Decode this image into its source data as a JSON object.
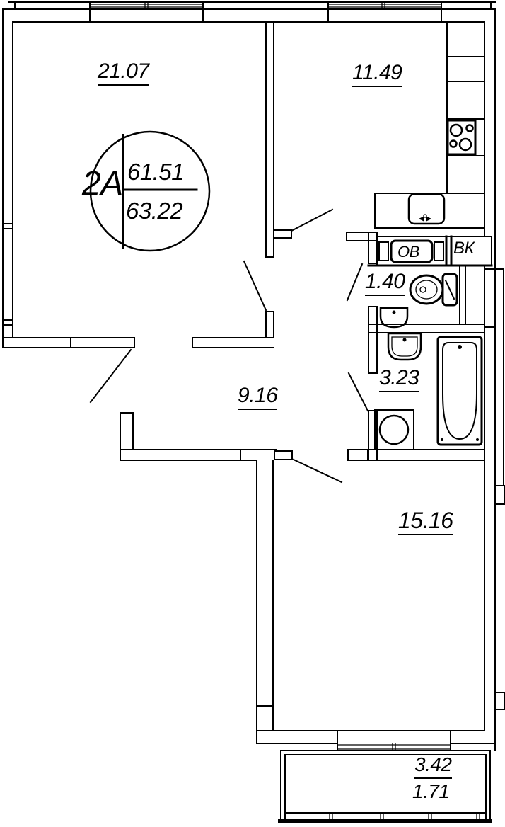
{
  "stamp": {
    "unit": "2А",
    "area_top": "61.51",
    "area_bottom": "63.22"
  },
  "rooms": {
    "living": "21.07",
    "kitchen": "11.49",
    "hall": "9.16",
    "wc": "1.40",
    "bathroom": "3.23",
    "bedroom": "15.16"
  },
  "balcony": {
    "area_total": "3.42",
    "area_counted": "1.71"
  },
  "shaft_labels": {
    "heating_vent": "ОВ",
    "water_sewer": "ВК"
  },
  "icons": [
    "stove-icon",
    "kitchen-sink-icon",
    "toilet-icon",
    "washbasin-icon",
    "small-washbasin-icon",
    "bathtub-icon",
    "washing-machine-icon",
    "window-icon",
    "door-swing-icon",
    "balcony-railing-icon"
  ],
  "colors": {
    "line": "#000000",
    "background": "#ffffff"
  }
}
